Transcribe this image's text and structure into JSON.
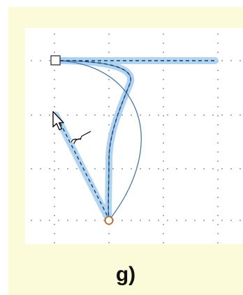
{
  "figure": {
    "label": "g)",
    "background_color": "#fcfbd9",
    "canvas_color": "#ffffff"
  },
  "diagram": {
    "grid": true,
    "highlight_color": "#a9d0ef",
    "curve_color": "#4a78aa",
    "dashed_line_color": "#1c3d66",
    "start_handle": "square-handle",
    "end_handle": "circle-handle",
    "end_handle_color": "#b26a2a",
    "cursor_icon": "arrow-cursor-icon",
    "tool_icon": "bezier-curve-tool-icon"
  }
}
